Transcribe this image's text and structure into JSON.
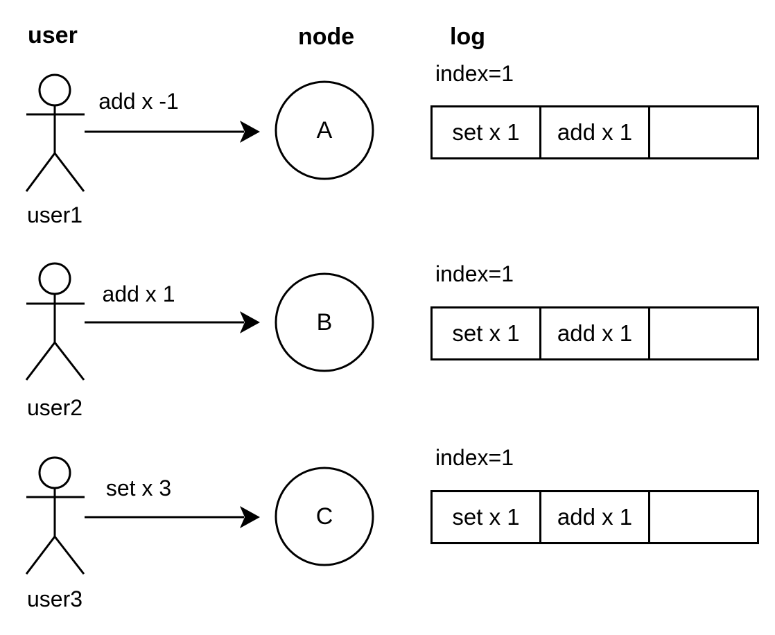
{
  "headers": {
    "user": "user",
    "node": "node",
    "log": "log"
  },
  "rows": [
    {
      "user_label": "user1",
      "command": "add x -1",
      "node": "A",
      "log_index": "index=1",
      "log_cells": [
        "set x 1",
        "add x 1",
        ""
      ]
    },
    {
      "user_label": "user2",
      "command": "add x 1",
      "node": "B",
      "log_index": "index=1",
      "log_cells": [
        "set x 1",
        "add x 1",
        ""
      ]
    },
    {
      "user_label": "user3",
      "command": "set x 3",
      "node": "C",
      "log_index": "index=1",
      "log_cells": [
        "set x 1",
        "add x 1",
        ""
      ]
    }
  ],
  "colors": {
    "ink": "#000000",
    "background": "#ffffff"
  }
}
